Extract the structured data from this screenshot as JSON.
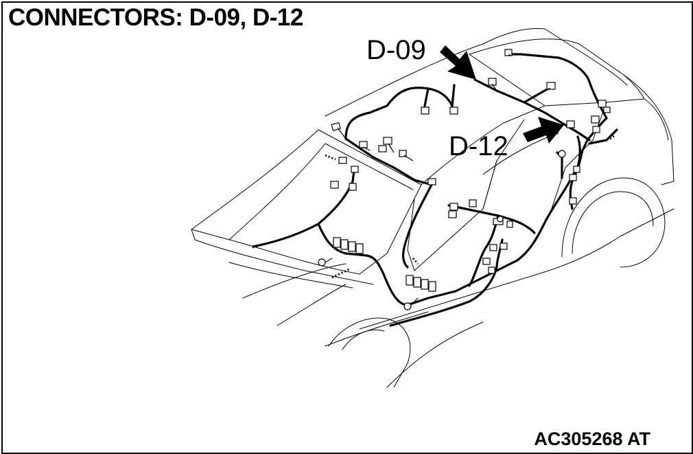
{
  "title": "CONNECTORS: D-09, D-12",
  "figure_code": "AC305268 AT",
  "callouts": [
    {
      "id": "d09",
      "label": "D-09"
    },
    {
      "id": "d12",
      "label": "D-12"
    }
  ],
  "colors": {
    "ink": "#000000",
    "background": "#ffffff"
  }
}
